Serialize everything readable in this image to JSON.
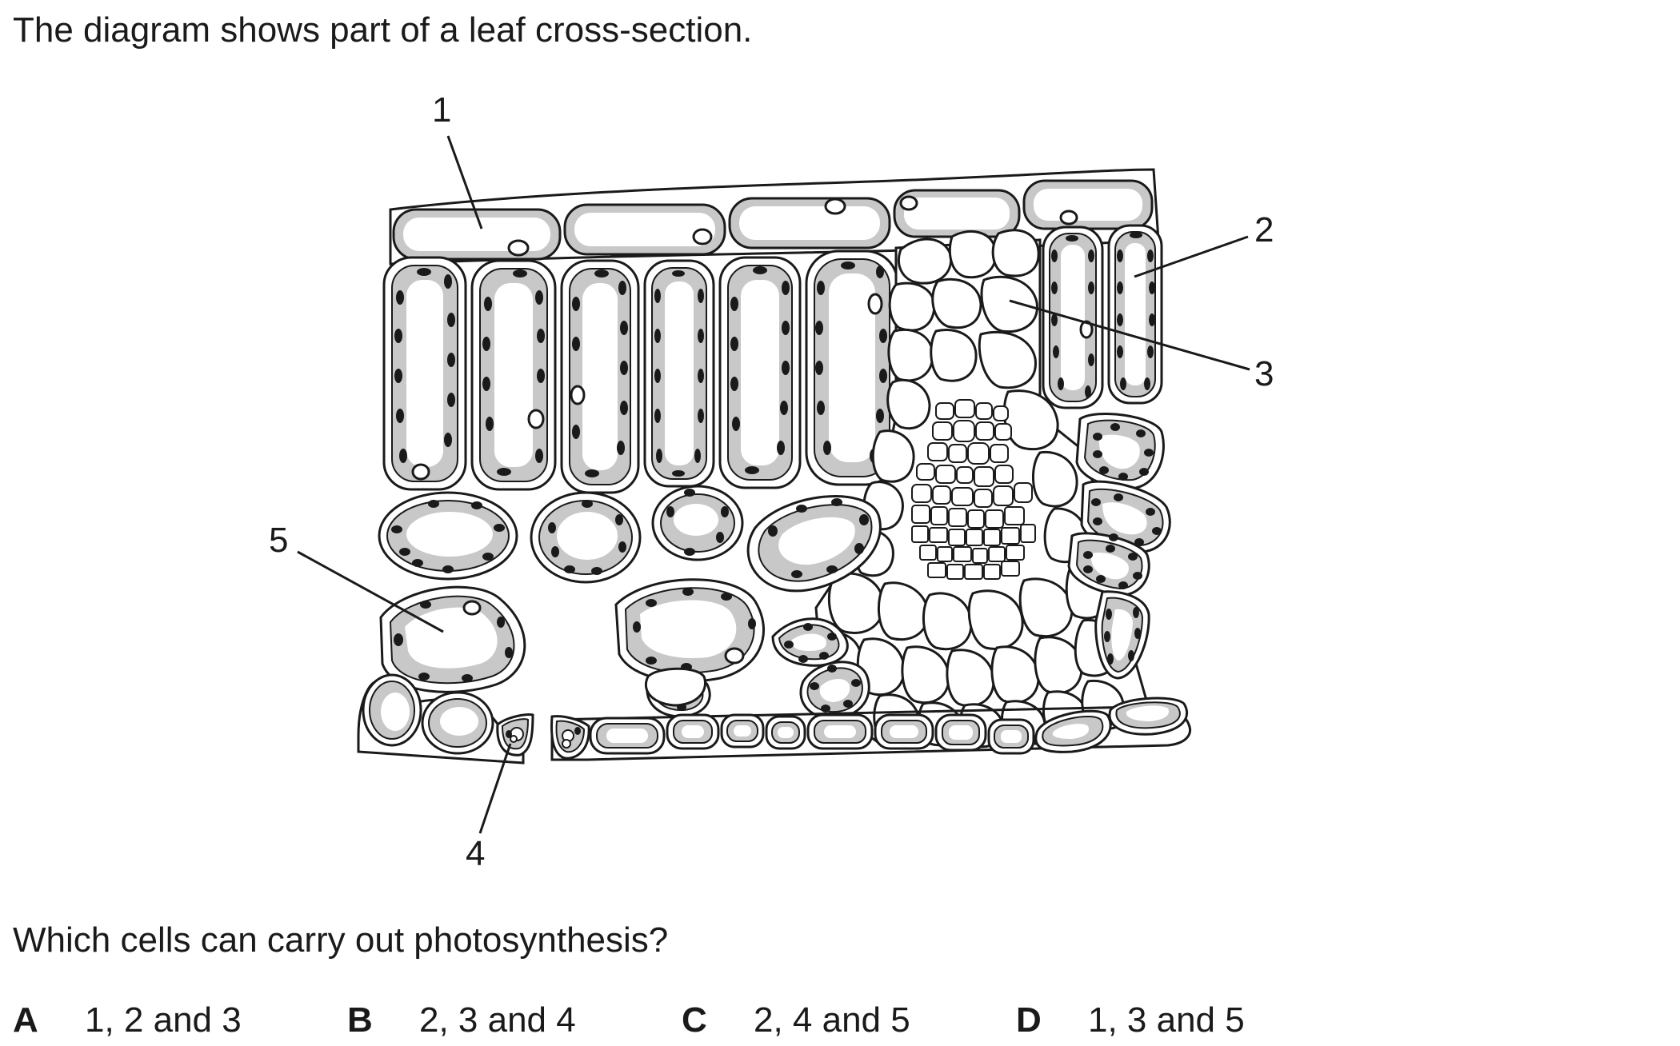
{
  "question": {
    "intro": "The diagram shows part of a leaf cross-section.",
    "stem": "Which cells can carry out photosynthesis?",
    "options": [
      {
        "letter": "A",
        "text": "1, 2 and 3"
      },
      {
        "letter": "B",
        "text": "2, 3 and 4"
      },
      {
        "letter": "C",
        "text": "2, 4 and 5"
      },
      {
        "letter": "D",
        "text": "1, 3 and 5"
      }
    ]
  },
  "diagram": {
    "labels": [
      "1",
      "2",
      "3",
      "4",
      "5"
    ],
    "colors": {
      "line": "#1a1a1a",
      "cytoplasm": "#c8c8c8",
      "chloroplast": "#1a1a1a",
      "cell_fill": "#ffffff"
    }
  }
}
